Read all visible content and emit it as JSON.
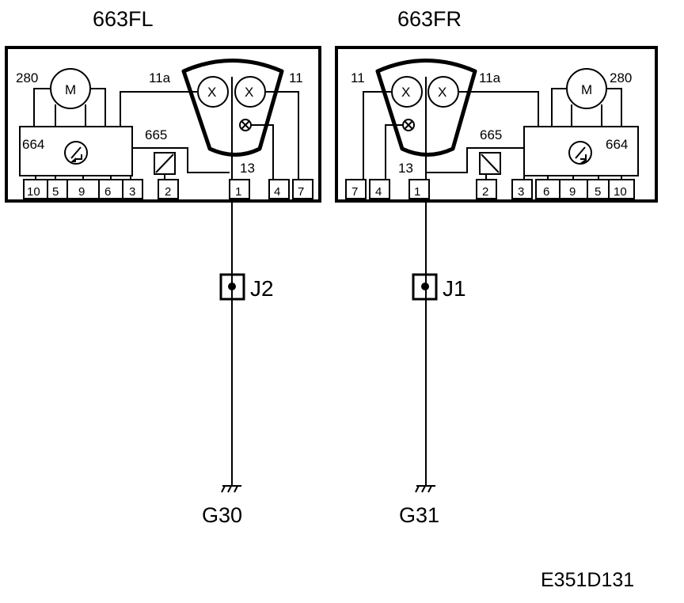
{
  "left": {
    "title": "663FL",
    "motor_ref": "280",
    "motor_symbol": "M",
    "module_ref": "664",
    "sensor_ref": "665",
    "bulb_pin_a": "11a",
    "bulb_pin_b": "11",
    "bulb_symbol_1": "X",
    "bulb_symbol_2": "X",
    "pin13": "13",
    "pins": [
      "10",
      "5",
      "9",
      "6",
      "3",
      "2",
      "1",
      "4",
      "7"
    ],
    "junction": "J2",
    "ground": "G30"
  },
  "right": {
    "title": "663FR",
    "motor_ref": "280",
    "motor_symbol": "M",
    "module_ref": "664",
    "sensor_ref": "665",
    "bulb_pin_a": "11a",
    "bulb_pin_b": "11",
    "bulb_symbol_1": "X",
    "bulb_symbol_2": "X",
    "pin13": "13",
    "pins": [
      "7",
      "4",
      "1",
      "2",
      "3",
      "6",
      "9",
      "5",
      "10"
    ],
    "junction": "J1",
    "ground": "G31"
  },
  "diagram_code": "E351D131"
}
